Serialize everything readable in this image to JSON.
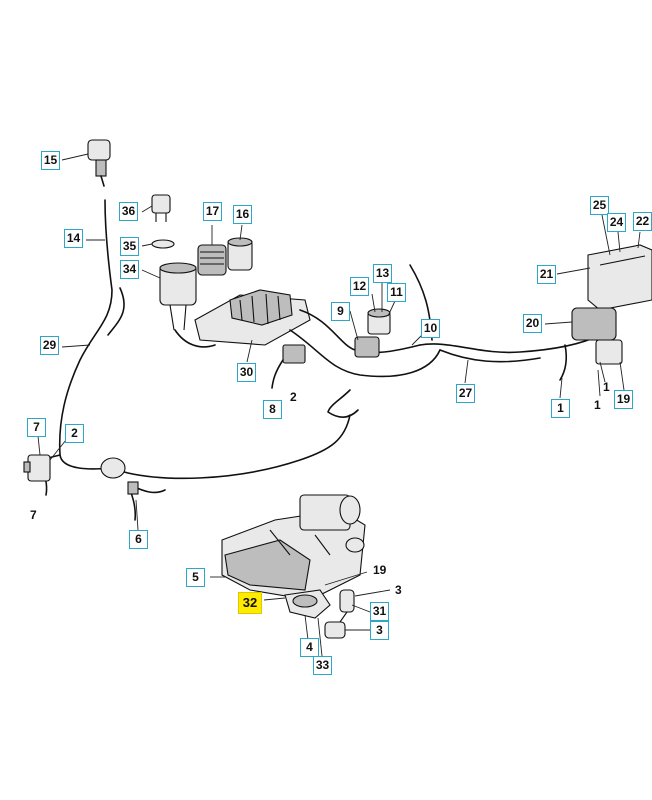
{
  "callouts": {
    "c15": "15",
    "c36": "36",
    "c17": "17",
    "c16": "16",
    "c14": "14",
    "c35": "35",
    "c34": "34",
    "c13": "13",
    "c12": "12",
    "c11": "11",
    "c9": "9",
    "c10": "10",
    "c30": "30",
    "c8": "8",
    "c29": "29",
    "c27": "27",
    "c25": "25",
    "c24": "24",
    "c22": "22",
    "c21": "21",
    "c20": "20",
    "c19": "19",
    "c1": "1",
    "c7": "7",
    "c2": "2",
    "c6": "6",
    "c5": "5",
    "c32": "32",
    "c31": "31",
    "c3": "3",
    "c4": "4",
    "c33": "33"
  },
  "plain_labels": {
    "p2_a": "2",
    "p7_b": "7",
    "p1_a": "1",
    "p1_b": "1",
    "p19_b": "19",
    "p3_a": "3"
  },
  "highlight": {
    "color": "#ffeb00",
    "label": "32"
  },
  "accent": {
    "callout_border": "#2aa7c9"
  }
}
